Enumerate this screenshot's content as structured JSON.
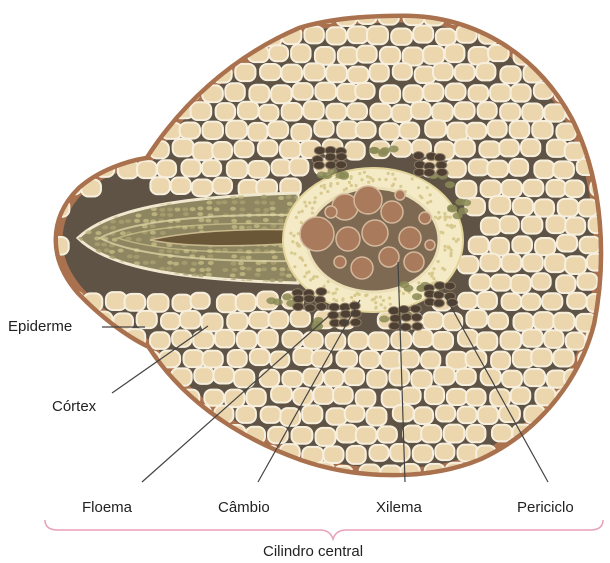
{
  "labels": {
    "epiderme": "Epiderme",
    "cortex": "Córtex",
    "floema": "Floema",
    "cambio": "Câmbio",
    "xilema": "Xilema",
    "periciclo": "Periciclo",
    "cilindro_central": "Cilindro central"
  },
  "colors": {
    "epidermis": "#a9714d",
    "cortex_fill": "#5e5344",
    "cortex_cell": "#ecd6ad",
    "cell_wall": "#f7efde",
    "pericycle": "#f4ebc6",
    "xylem_vessel": "#a97a5c",
    "phloem": "#4e3f33",
    "cambium": "#8b8b57",
    "bracket": "#e8a0b8",
    "leader_line": "#444444"
  }
}
